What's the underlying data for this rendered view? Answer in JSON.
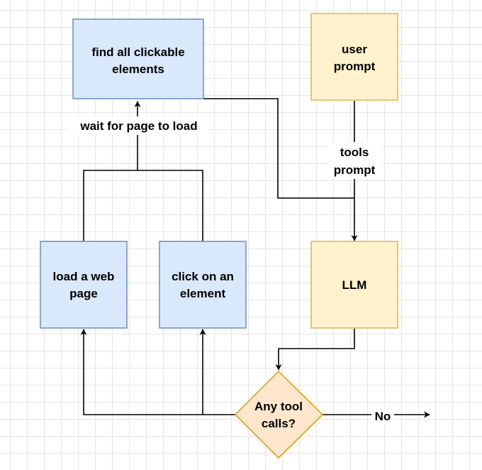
{
  "colors": {
    "blue_fill": "#dae8fc",
    "blue_stroke": "#6c8ebf",
    "yellow_fill": "#fff2cc",
    "yellow_stroke": "#d6b656",
    "orange_fill": "#ffe6cc",
    "orange_stroke": "#d79b00",
    "line": "#000000"
  },
  "nodes": {
    "find_elements": {
      "lines": [
        "find all clickable",
        "elements"
      ]
    },
    "user_prompt": {
      "lines": [
        "user",
        "prompt"
      ]
    },
    "load_page": {
      "lines": [
        "load a web",
        "page"
      ]
    },
    "click_element": {
      "lines": [
        "click on an",
        "element"
      ]
    },
    "llm": {
      "lines": [
        "LLM"
      ]
    },
    "decision": {
      "lines": [
        "Any tool",
        "calls?"
      ]
    }
  },
  "edge_labels": {
    "wait": "wait for page to load",
    "tools_prompt": [
      "tools",
      "prompt"
    ],
    "no": "No"
  }
}
